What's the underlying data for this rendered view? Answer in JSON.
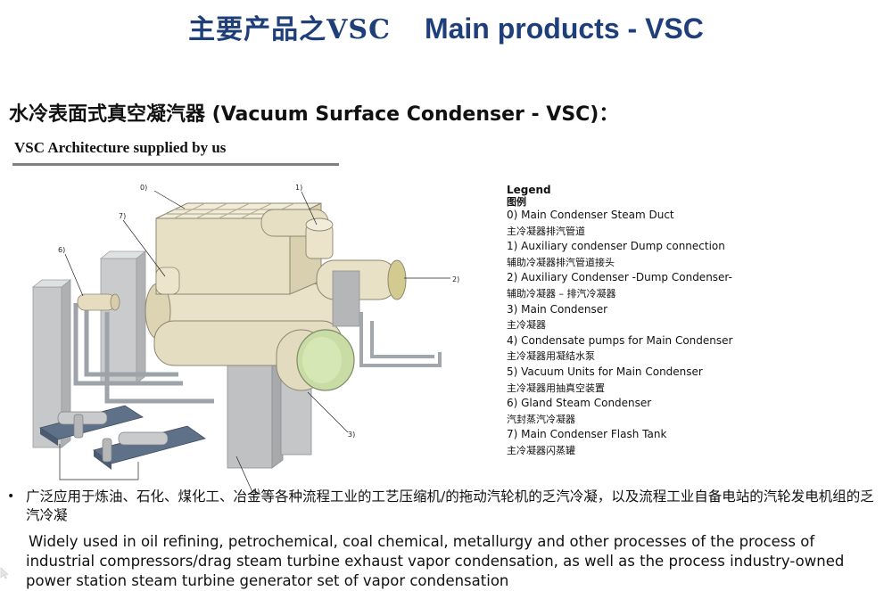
{
  "slide": {
    "title_zh": "主要产品之VSC",
    "title_en": "Main products - VSC",
    "subtitle": "水冷表面式真空凝汽器 (Vacuum Surface Condenser - VSC)：",
    "caption": "VSC Architecture supplied by us"
  },
  "diagram": {
    "callouts": [
      "0)",
      "1)",
      "2)",
      "3)",
      "4)",
      "6)",
      "7)"
    ]
  },
  "legend": {
    "title": "Legend",
    "title_zh": "图例",
    "items": [
      {
        "en": "0) Main Condenser Steam Duct",
        "zh": "主冷凝器排汽管道"
      },
      {
        "en": "1) Auxiliary condenser Dump connection",
        "zh": "辅助冷凝器排汽管道接头"
      },
      {
        "en": "2) Auxiliary Condenser -Dump Condenser-",
        "zh": "辅助冷凝器 – 排汽冷凝器"
      },
      {
        "en": "3) Main Condenser",
        "zh": "主冷凝器"
      },
      {
        "en": "4) Condensate pumps for Main Condenser",
        "zh": "主冷凝器用凝结水泵"
      },
      {
        "en": "5) Vacuum Units for Main Condenser",
        "zh": "主冷凝器用抽真空装置"
      },
      {
        "en": "6) Gland Steam Condenser",
        "zh": "汽封蒸汽冷凝器"
      },
      {
        "en": "7) Main Condenser Flash Tank",
        "zh": "主冷凝器闪蒸罐"
      }
    ]
  },
  "body": {
    "bullet_zh": "广泛应用于炼油、石化、煤化工、冶金等各种流程工业的工艺压缩机/的拖动汽轮机的乏汽冷凝，以及流程工业自备电站的汽轮发电机组的乏汽冷凝",
    "para_en_line1": "Widely used in oil refining, petrochemical, coal chemical, metallurgy and other processes of the process of",
    "para_en_rest": "industrial compressors/drag steam turbine exhaust vapor condensation, as well as the process industry-owned power station steam turbine generator set of vapor condensation"
  }
}
